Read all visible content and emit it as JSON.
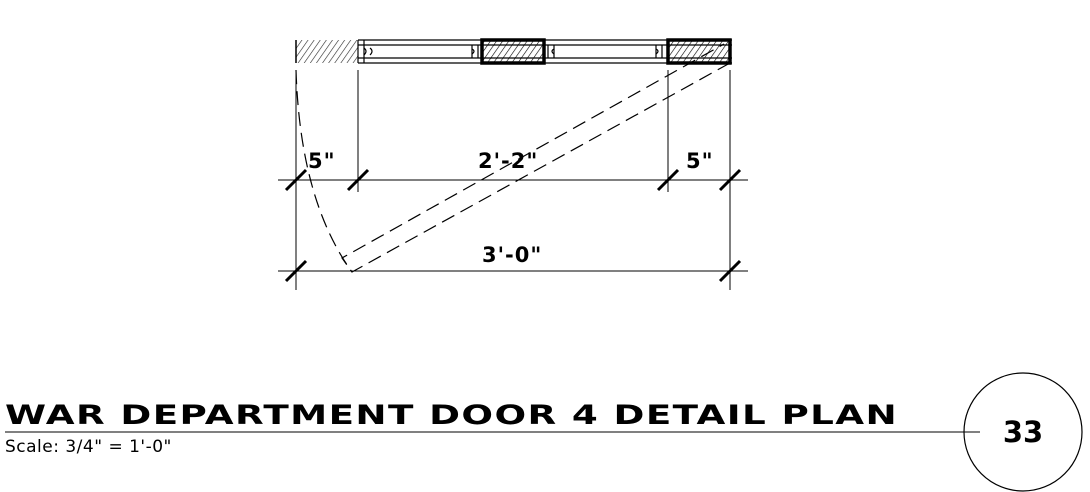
{
  "dimensions": {
    "left_jamb": "5\"",
    "opening": "2'-2\"",
    "right_jamb": "5\"",
    "overall": "3'-0\""
  },
  "title_block": {
    "title": "WAR DEPARTMENT DOOR 4 DETAIL PLAN",
    "scale": "Scale: 3/4\" = 1'-0\"",
    "detail_number": "33"
  }
}
